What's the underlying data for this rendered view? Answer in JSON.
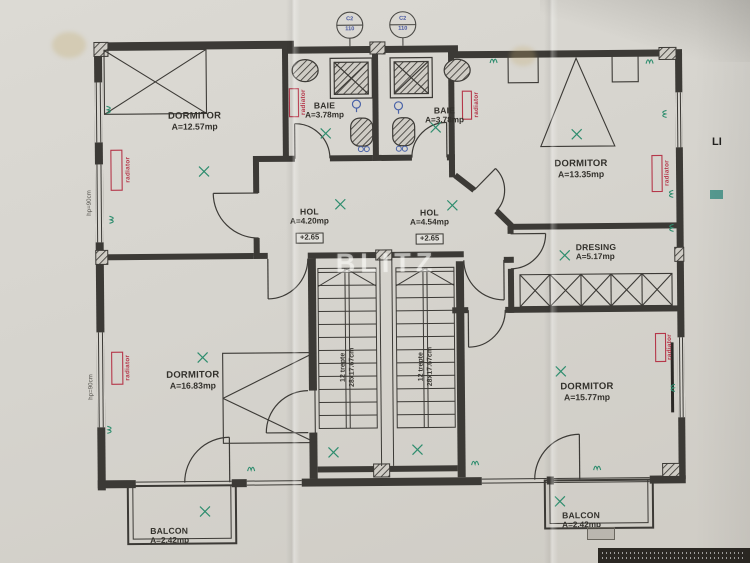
{
  "plan": {
    "rooms": {
      "dormitor1": {
        "name": "DORMITOR",
        "area": "A=12.57mp"
      },
      "baie1": {
        "name": "BAIE",
        "area": "A=3.78mp"
      },
      "baie2": {
        "name": "BAIE",
        "area": "A=3.78mp"
      },
      "dormitor2": {
        "name": "DORMITOR",
        "area": "A=13.35mp"
      },
      "hol1": {
        "name": "HOL",
        "area": "A=4.20mp",
        "level": "+2.65"
      },
      "hol2": {
        "name": "HOL",
        "area": "A=4.54mp",
        "level": "+2.65"
      },
      "dresing": {
        "name": "DRESING",
        "area": "A=5.17mp"
      },
      "dormitor3": {
        "name": "DORMITOR",
        "area": "A=16.83mp"
      },
      "dormitor4": {
        "name": "DORMITOR",
        "area": "A=15.77mp"
      },
      "balcon1": {
        "name": "BALCON",
        "area": "A=2.42mp"
      },
      "balcon2": {
        "name": "BALCON",
        "area": "A=2.42mp"
      }
    },
    "stairs": {
      "line1": "12 trepte",
      "line2": "28x17.67cm"
    },
    "annotations": {
      "radiator": "radiator",
      "window_height": "hp=90cm",
      "chimney_top": "C2",
      "chimney_bottom": "110",
      "watermark": "BLITZ",
      "edge_text": "LI"
    },
    "colors": {
      "line": "#3c3a36",
      "radiator_red": "#b5374a",
      "mark_green": "#2e8d6e",
      "fixture_blue": "#4a63a8",
      "paper": "#d7d5cf"
    }
  }
}
